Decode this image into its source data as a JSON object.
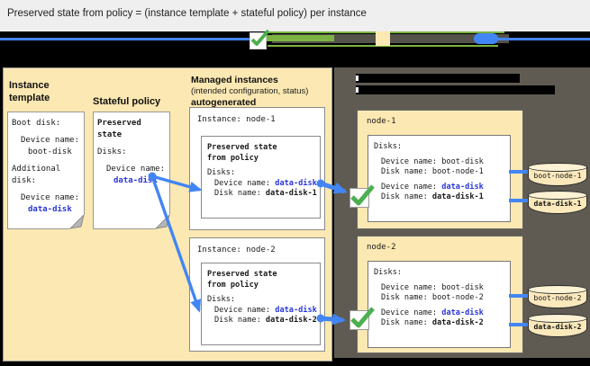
{
  "header": {
    "title": "Preserved state from policy = (instance template + stateful policy) per instance"
  },
  "colors": {
    "accent_blue": "#4285F4",
    "code_blue": "#2936D8",
    "check_green": "#4CAF50",
    "legend_green": "#7CB342",
    "panel_beige": "#FCE8B2",
    "panel_dark": "#5F5B53"
  },
  "left_panel": {
    "instance_template": {
      "heading": "Instance template",
      "doc": {
        "boot_section": "Boot disk:",
        "boot_device_label": "Device name:",
        "boot_device_value": "boot-disk",
        "additional_section": "Additional disk:",
        "additional_device_label": "Device name:",
        "additional_device_value": "data-disk"
      }
    },
    "stateful_policy": {
      "heading": "Stateful policy",
      "doc": {
        "title": "Preserved state",
        "disks_label": "Disks:",
        "device_label": "Device name:",
        "device_value": "data-disk"
      }
    },
    "managed_instances": {
      "heading_line1": "Managed instances",
      "heading_line2": "(intended configuration, status)",
      "heading_line3": "autogenerated",
      "instances": [
        {
          "title": "Instance: node-1",
          "preserved_title_line1": "Preserved state",
          "preserved_title_line2": "from policy",
          "disks_label": "Disks:",
          "device_prefix": "Device name: ",
          "device_value": "data-disk",
          "disk_prefix": "Disk name: ",
          "disk_value": "data-disk-1"
        },
        {
          "title": "Instance: node-2",
          "preserved_title_line1": "Preserved state",
          "preserved_title_line2": "from policy",
          "disks_label": "Disks:",
          "device_prefix": "Device name: ",
          "device_value": "data-disk",
          "disk_prefix": "Disk name: ",
          "disk_value": "data-disk-2"
        }
      ]
    }
  },
  "right_panel": {
    "nodes": [
      {
        "name": "node-1",
        "disks_label": "Disks:",
        "boot_device_line": "Device name: boot-disk",
        "boot_disk_line": "Disk name: boot-node-1",
        "data_device_prefix": "Device name: ",
        "data_device_value": "data-disk",
        "data_disk_prefix": "Disk name: ",
        "data_disk_value": "data-disk-1",
        "attached_disks": [
          {
            "label": "boot-node-1"
          },
          {
            "label": "data-disk-1"
          }
        ]
      },
      {
        "name": "node-2",
        "disks_label": "Disks:",
        "boot_device_line": "Device name: boot-disk",
        "boot_disk_line": "Disk name: boot-node-2",
        "data_device_prefix": "Device name: ",
        "data_device_value": "data-disk",
        "data_disk_prefix": "Disk name: ",
        "data_disk_value": "data-disk-2",
        "attached_disks": [
          {
            "label": "boot-node-2"
          },
          {
            "label": "data-disk-2"
          }
        ]
      }
    ]
  }
}
